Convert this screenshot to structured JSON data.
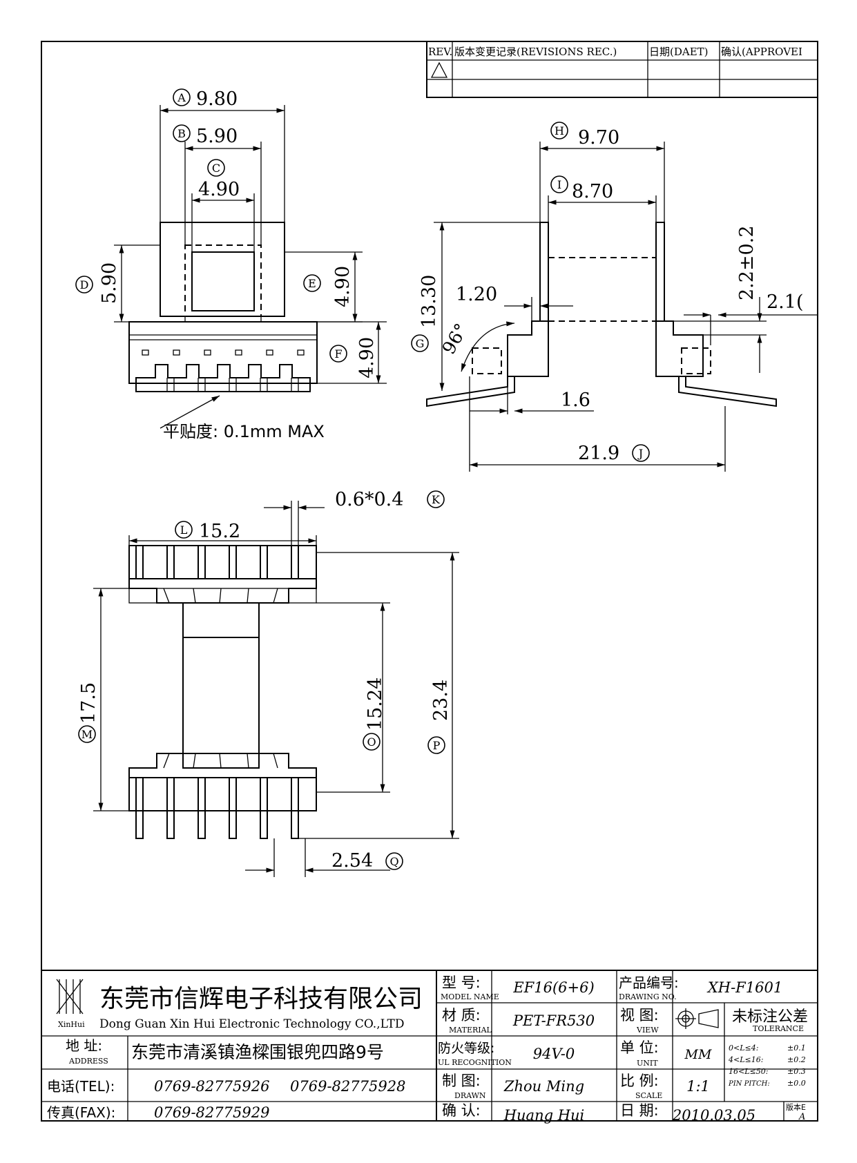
{
  "revision_table": {
    "headers": [
      "REV.",
      "版本变更记录(REVISIONS REC.)",
      "日期(DAET)",
      "确认(APPROVEI"
    ],
    "rows": [
      [
        "",
        "",
        "",
        ""
      ]
    ]
  },
  "dimensions": {
    "A": {
      "letter": "A",
      "value": "9.80"
    },
    "B": {
      "letter": "B",
      "value": "5.90"
    },
    "C": {
      "letter": "C",
      "value": "4.90"
    },
    "D": {
      "letter": "D",
      "value": "5.90"
    },
    "E": {
      "letter": "E",
      "value": "4.90"
    },
    "F": {
      "letter": "F",
      "value": "4.90"
    },
    "G": {
      "letter": "G",
      "value": "13.30"
    },
    "H": {
      "letter": "H",
      "value": "9.70"
    },
    "I": {
      "letter": "I",
      "value": "8.70"
    },
    "J": {
      "letter": "J",
      "value": "21.9"
    },
    "K": {
      "letter": "K",
      "value": "0.6*0.4"
    },
    "L": {
      "letter": "L",
      "value": "15.2"
    },
    "M": {
      "letter": "M",
      "value": "17.5"
    },
    "O": {
      "letter": "O",
      "value": "15.24"
    },
    "P": {
      "letter": "P",
      "value": "23.4"
    },
    "Q": {
      "letter": "Q",
      "value": "2.54"
    }
  },
  "unlabeled_dims": {
    "pin_height": "2.2±0.2",
    "pin_offset": "2.1(",
    "flange": "1.20",
    "angle": "96°",
    "pin_step": "1.6"
  },
  "note": "平贴度: 0.1mm MAX",
  "title_block": {
    "company_cn": "东莞市信辉电子科技有限公司",
    "company_en": "Dong Guan Xin Hui Electronic Technology CO.,LTD",
    "logo_caption": "XinHui",
    "address_label": "地  址:",
    "address_sub": "ADDRESS",
    "address": "东莞市清溪镇渔樑围银兜四路9号",
    "tel_label": "电话(TEL):",
    "tel1": "0769-82775926",
    "tel2": "0769-82775928",
    "fax_label": "传真(FAX):",
    "fax": "0769-82775929",
    "model_label": "型  号:",
    "model_sub": "MODEL NAME",
    "model": "EF16(6+6)",
    "material_label": "材  质:",
    "material_sub": "MATERIAL",
    "material": "PET-FR530",
    "ul_label": "防火等级:",
    "ul_sub": "UL RECOGNITION",
    "ul": "94V-0",
    "drawn_label": "制  图:",
    "drawn_sub": "DRAWN",
    "drawn": "Zhou Ming",
    "check_label": "确  认:",
    "check": "Huang Hui",
    "drawing_no_label": "产品编号:",
    "drawing_no_sub": "DRAWING NO.",
    "drawing_no": "XH-F1601",
    "view_label": "视  图:",
    "view_sub": "VIEW",
    "unit_label": "单  位:",
    "unit_sub": "UNIT",
    "unit": "MM",
    "scale_label": "比  例:",
    "scale_sub": "SCALE",
    "scale": "1:1",
    "date_label": "日  期:",
    "date": "2010.03.05",
    "version_label": "版本E",
    "version": "A",
    "tolerance_title": "未标注公差",
    "tolerance_sub": "TOLERANCE",
    "tolerances": [
      {
        "range": "0<L≤4:",
        "value": "±0.1"
      },
      {
        "range": "4<L≤16:",
        "value": "±0.2"
      },
      {
        "range": "16<L≤50:",
        "value": "±0.3"
      },
      {
        "range": "PIN PITCH:",
        "value": "±0.0"
      }
    ]
  }
}
